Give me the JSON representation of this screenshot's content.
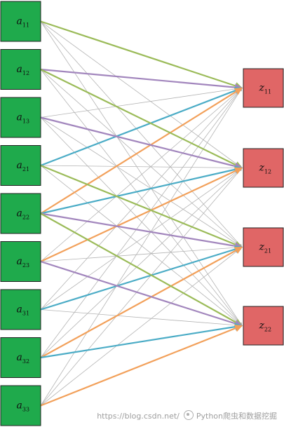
{
  "colors": {
    "input_fill": "#1faa4c",
    "output_fill": "#e06666",
    "grey": "#b4b4b4",
    "green": "#9bbb59",
    "purple": "#a286bd",
    "blue": "#4bacc6",
    "orange": "#f2a05a"
  },
  "inputs": [
    {
      "id": "a11",
      "base": "a",
      "sub": "11"
    },
    {
      "id": "a12",
      "base": "a",
      "sub": "12"
    },
    {
      "id": "a13",
      "base": "a",
      "sub": "13"
    },
    {
      "id": "a21",
      "base": "a",
      "sub": "21"
    },
    {
      "id": "a22",
      "base": "a",
      "sub": "22"
    },
    {
      "id": "a23",
      "base": "a",
      "sub": "23"
    },
    {
      "id": "a31",
      "base": "a",
      "sub": "31"
    },
    {
      "id": "a32",
      "base": "a",
      "sub": "32"
    },
    {
      "id": "a33",
      "base": "a",
      "sub": "33"
    }
  ],
  "outputs": [
    {
      "id": "z11",
      "base": "z",
      "sub": "11"
    },
    {
      "id": "z12",
      "base": "z",
      "sub": "12"
    },
    {
      "id": "z21",
      "base": "z",
      "sub": "21"
    },
    {
      "id": "z22",
      "base": "z",
      "sub": "22"
    }
  ],
  "highlighted_edges": [
    {
      "from": 0,
      "to": 0,
      "color": "green"
    },
    {
      "from": 1,
      "to": 0,
      "color": "purple"
    },
    {
      "from": 3,
      "to": 0,
      "color": "blue"
    },
    {
      "from": 4,
      "to": 0,
      "color": "orange"
    },
    {
      "from": 1,
      "to": 1,
      "color": "green"
    },
    {
      "from": 2,
      "to": 1,
      "color": "purple"
    },
    {
      "from": 4,
      "to": 1,
      "color": "blue"
    },
    {
      "from": 5,
      "to": 1,
      "color": "orange"
    },
    {
      "from": 3,
      "to": 2,
      "color": "green"
    },
    {
      "from": 4,
      "to": 2,
      "color": "purple"
    },
    {
      "from": 6,
      "to": 2,
      "color": "blue"
    },
    {
      "from": 7,
      "to": 2,
      "color": "orange"
    },
    {
      "from": 4,
      "to": 3,
      "color": "green"
    },
    {
      "from": 5,
      "to": 3,
      "color": "purple"
    },
    {
      "from": 7,
      "to": 3,
      "color": "blue"
    },
    {
      "from": 8,
      "to": 3,
      "color": "orange"
    }
  ],
  "watermark": {
    "url": "https://blog.csdn.net/",
    "account": "Python爬虫和数据挖掘"
  }
}
